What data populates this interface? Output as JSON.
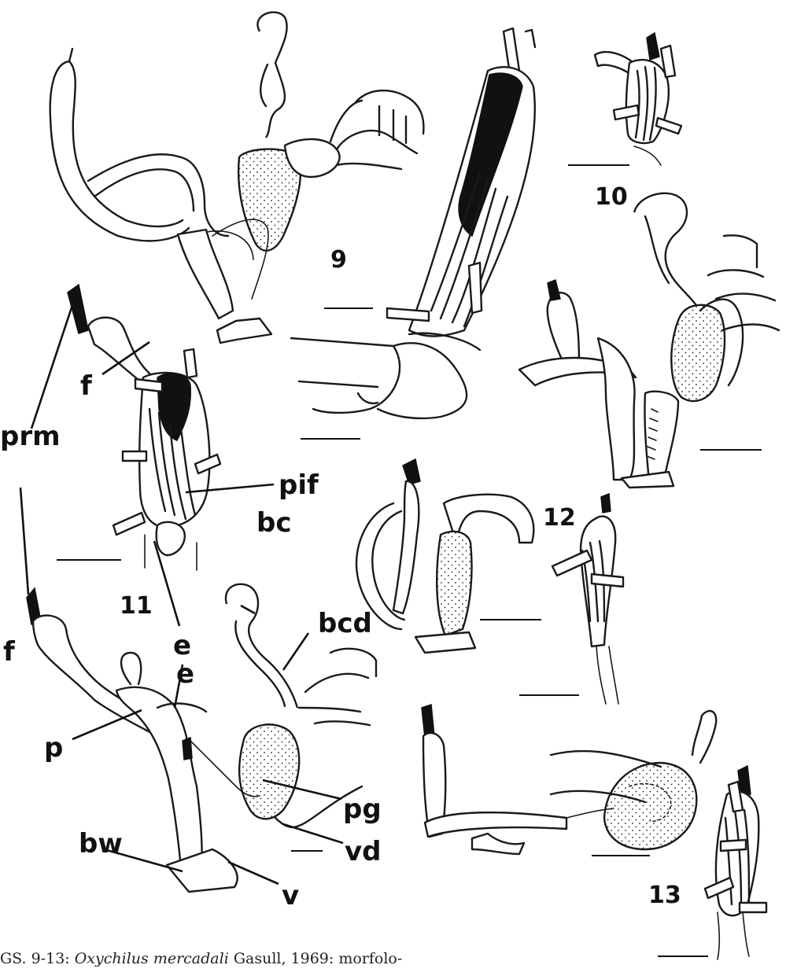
{
  "figure_numbers": [
    "9",
    "10",
    "11",
    "12",
    "13"
  ],
  "labels": {
    "prm": "prm",
    "f_upper": "f",
    "f_lower": "f",
    "pif": "pif",
    "bc": "bc",
    "bcd": "bcd",
    "e_upper": "e",
    "e_lower": "e",
    "p": "p",
    "pg": "pg",
    "vd": "vd",
    "bw": "bw",
    "v": "v"
  },
  "caption": {
    "prefix": "GS. 9-13: ",
    "species": "Oxychilus mercadali",
    "rest": " Gasull, 1969: morfolo-"
  }
}
